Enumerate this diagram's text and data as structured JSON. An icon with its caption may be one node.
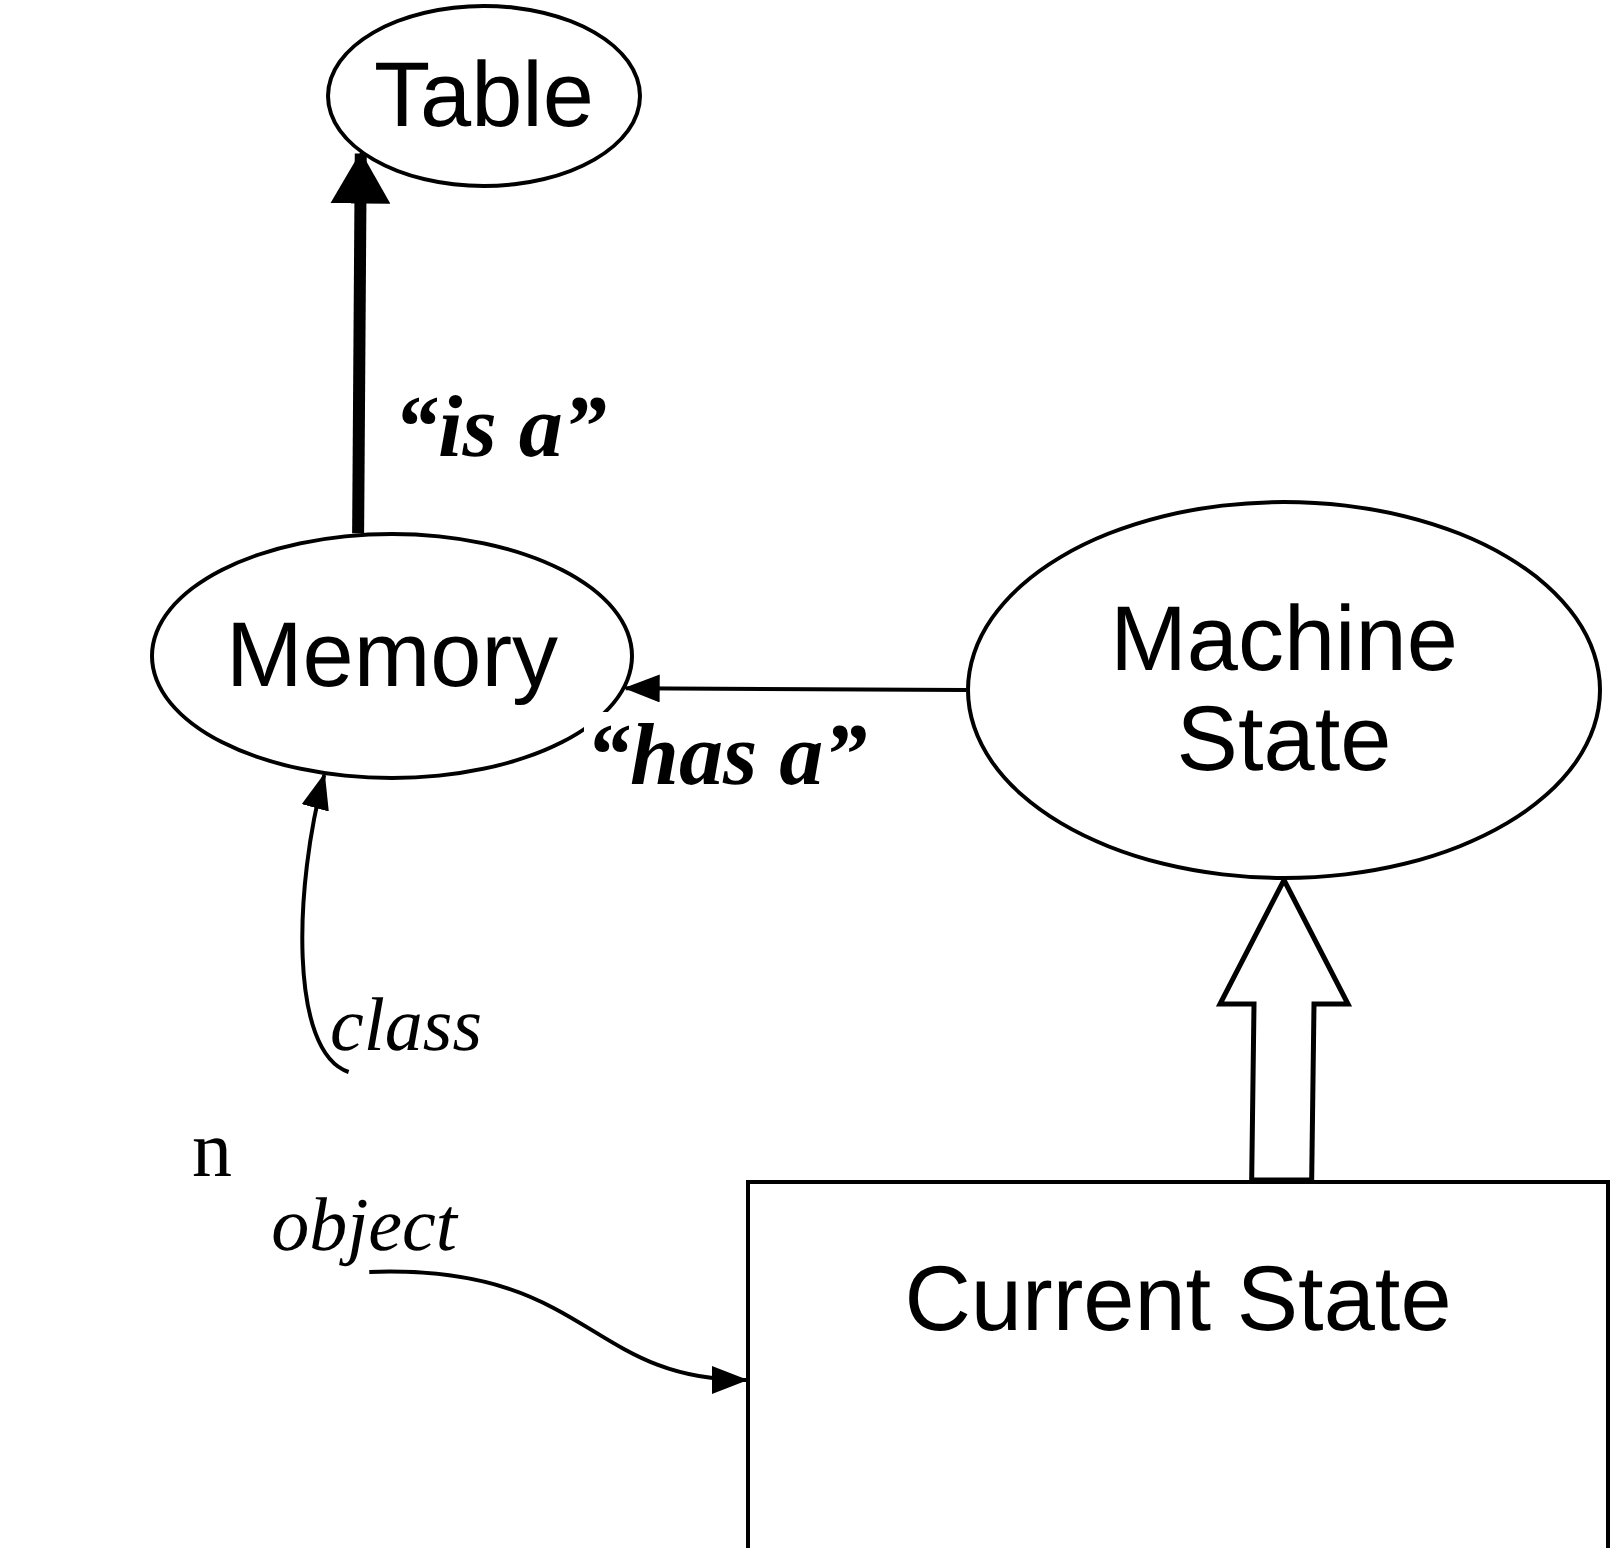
{
  "diagram": {
    "nodes": [
      {
        "text": [
          "Table"
        ]
      },
      {
        "text": [
          "Memory"
        ]
      },
      {
        "text": [
          "Machine State"
        ]
      },
      {
        "text": [
          "Current State"
        ]
      },
      {
        "text": [
          "class"
        ]
      },
      {
        "text": [
          "object"
        ]
      }
    ],
    "edges": [
      {
        "from": 1,
        "to": 0,
        "arrow": "to",
        "label": "“is a”",
        "style": "thick"
      },
      {
        "from": 2,
        "to": 1,
        "arrow": "to",
        "label": "“has a”"
      },
      {
        "from": 3,
        "to": 2,
        "arrow": "to",
        "style": "thick"
      },
      {
        "from": 4,
        "to": 1,
        "arrow": "to"
      },
      {
        "from": 5,
        "to": 3,
        "arrow": "to"
      }
    ],
    "labels": [
      "n"
    ]
  }
}
